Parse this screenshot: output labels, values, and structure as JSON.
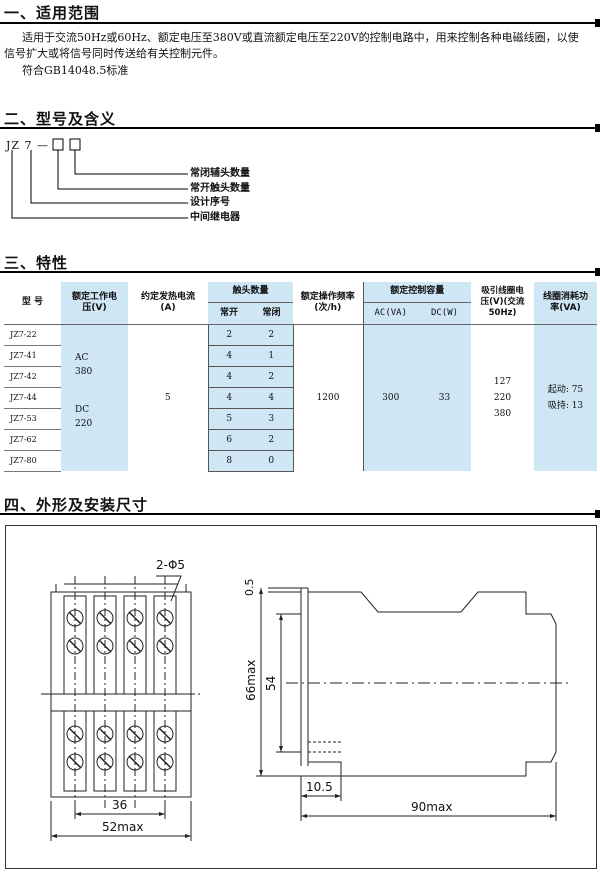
{
  "section1": {
    "title": "一、适用范围",
    "lines": [
      "适用于交流50Hz或60Hz、额定电压至380V或直流额定电压至220V的控制电路中，用来控制各种电磁线圈，以使",
      "信号扩大或将信号同时传送给有关控制元件。",
      "符合GB14048.5标准"
    ]
  },
  "section2": {
    "title": "二、型号及含义",
    "code_prefix": "JZ 7 —",
    "labels": [
      "常闭辅头数量",
      "常开触头数量",
      "设计序号",
      "中间继电器"
    ]
  },
  "section3": {
    "title": "三、特性",
    "headers": {
      "model": "型  号",
      "rated_voltage": "额定工作电压(V)",
      "thermal_current": "约定发热电流(A)",
      "contacts": "触头数量",
      "no": "常开",
      "nc": "常闭",
      "frequency": "额定操作频率(次/h)",
      "control_capacity": "额定控制容量",
      "ac": "AC(VA)",
      "dc": "DC(W)",
      "coil_voltage": "吸引线圈电压(V)(交流50Hz)",
      "coil_power": "线圈消耗功率(VA)"
    },
    "rows": [
      {
        "model": "JZ7-22",
        "no": "2",
        "nc": "2"
      },
      {
        "model": "JZ7-41",
        "no": "4",
        "nc": "1"
      },
      {
        "model": "JZ7-42",
        "no": "4",
        "nc": "2"
      },
      {
        "model": "JZ7-44",
        "no": "4",
        "nc": "4"
      },
      {
        "model": "JZ7-53",
        "no": "5",
        "nc": "3"
      },
      {
        "model": "JZ7-62",
        "no": "6",
        "nc": "2"
      },
      {
        "model": "JZ7-80",
        "no": "8",
        "nc": "0"
      }
    ],
    "voltage_ac": "AC",
    "voltage_ac_value": "380",
    "voltage_dc": "DC",
    "voltage_dc_value": "220",
    "thermal_current_value": "5",
    "frequency_value": "1200",
    "ac_value": "300",
    "dc_value": "33",
    "coil_voltages": [
      "127",
      "220",
      "380"
    ],
    "power_start": "起动: 75",
    "power_hold": "吸持: 13"
  },
  "section4": {
    "title": "四、外形及安装尺寸",
    "dims": {
      "holes": "2-Φ5",
      "d36": "36",
      "d52": "52max",
      "d05": "0.5",
      "d66": "66max",
      "d54": "54",
      "d105": "10.5",
      "d90": "90max"
    }
  }
}
